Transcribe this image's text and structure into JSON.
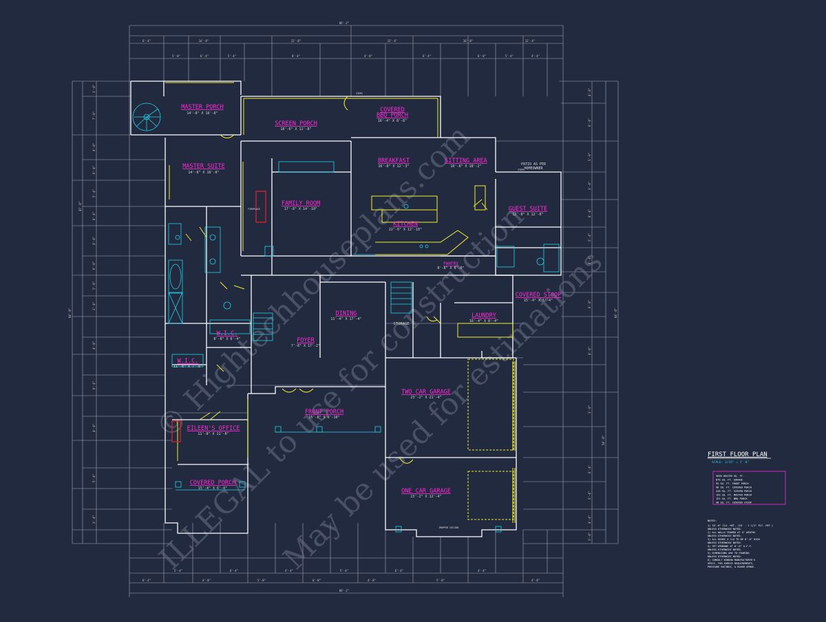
{
  "rooms": {
    "master_porch": {
      "name": "MASTER PORCH",
      "size": "14'-8\" X 16'-8\""
    },
    "screen_porch": {
      "name": "SCREEN PORCH",
      "size": "18'-6\" X 11'-8\""
    },
    "covered_bbq_porch": {
      "name": "COVERED BBQ PORCH",
      "line1": "COVERED",
      "line2": "BBQ PORCH",
      "size": "16'-4\" X 8'-8\""
    },
    "master_suite": {
      "name": "MASTER SUITE",
      "size": "14'-8\" X 16'-8\""
    },
    "breakfast": {
      "name": "BREAKFAST",
      "size": "16'-8\" X 12'-3\""
    },
    "sitting_area": {
      "name": "SITTING AREA",
      "size": "16'-8\" X 18'-2\""
    },
    "family_room": {
      "name": "FAMILY ROOM",
      "size": "17'-8\" X 14'-10\""
    },
    "kitchen": {
      "name": "KITCHEN",
      "size": "22'-6\" X 12'-10\""
    },
    "guest_suite": {
      "name": "GUEST SUITE",
      "size": "12'-8\" X 12'-8\""
    },
    "pantry": {
      "name": "PANTRY",
      "size": "8'-8\" X 5'-0\""
    },
    "covered_stoop": {
      "name": "COVERED STOOP",
      "size": "15'-4\" X 5'-4\""
    },
    "laundry": {
      "name": "LAUNDRY",
      "size": "16'-4\" X 8'-4\""
    },
    "storage": {
      "name": "STORAGE"
    },
    "dining": {
      "name": "DINING",
      "size": "11'-4\" X 17'-4\""
    },
    "foyer": {
      "name": "FOYER",
      "size": "7'-8\" X 17'-2\""
    },
    "wic_1": {
      "name": "W.I.C.",
      "size": "8'-8\" X 6'-4\""
    },
    "wic_2": {
      "name": "W.I.C.",
      "size": "11'-8\" X 7'-8\""
    },
    "two_car_garage": {
      "name": "TWO CAR GARAGE",
      "size": "23'-2\" X 21'-4\""
    },
    "front_porch": {
      "name": "FRONT PORCH",
      "size": "15'-8\" X 6'-10\""
    },
    "eileens_office": {
      "name": "EILEEN'S OFFICE",
      "size": "11'-8\" X 11'-8\""
    },
    "one_car_garage": {
      "name": "ONE CAR GARAGE",
      "size": "23'-2\" X 12'-4\""
    },
    "covered_porch": {
      "name": "COVERED PORCH",
      "size": "15'-4\" X 6'-4\""
    }
  },
  "annotations": {
    "patio": [
      "PATIO AS PER",
      "HOMEOWNER"
    ],
    "fireplace": "FIREPLACE",
    "steps": "STEPS",
    "cropped_ceiling": "CROPPED CEILING"
  },
  "dims": {
    "overall_width": "86'-2\"",
    "overall_depth": "84'-8\"",
    "left_depth": "47'-8\"",
    "right_depth": "54'-8\"",
    "top_row": [
      "6'-4\"",
      "14'-8\"",
      "12'-8\"",
      "15'-4\"",
      "16'-8\"",
      "12'-4\""
    ],
    "second_row": [
      "5'-8\"",
      "6'-4\"",
      "5'-4\"",
      "8'-4\"",
      "4'-8\"",
      "6'-4\"",
      "6'-8\"",
      "5'-4\"",
      "4'-4\""
    ],
    "bottom_row": [
      "6'-4\"",
      "5'-4\"",
      "4'-8\"",
      "6'-4\"",
      "5'-8\"",
      "4'-4\"",
      "6'-8\"",
      "5'-4\"",
      "4'-8\"",
      "6'-4\"",
      "5'-8\"",
      "4'-4\"",
      "4'-8\""
    ],
    "left_col": [
      "3'-8\"",
      "7'-8\"",
      "4'-8\"",
      "6'-4\"",
      "5'-4\"",
      "8'-4\"",
      "4'-4\"",
      "6'-8\"",
      "5'-8\"",
      "3'-4\"",
      "4'-8\"",
      "6'-4\"",
      "4'-4\"",
      "5'-4\"",
      "3'-4\""
    ],
    "right_col": [
      "4'-8\"",
      "6'-4\"",
      "5'-8\"",
      "3'-4\"",
      "8'-4\"",
      "5'-4\"",
      "4'-4\"",
      "6'-8\"",
      "4'-8\"",
      "3'-8\"",
      "6'-4\"",
      "5'-4\"",
      "4'-4\"",
      "3'-4\""
    ]
  },
  "title_block": {
    "title": "FIRST FLOOR PLAN",
    "scale": "SCALE: 3/16\" = 1'-0\"",
    "areas": [
      "3658 HEATED SQ. FT.",
      "876 SQ. FT. GARAGE",
      "95 SQ. FT. FRONT PORCH",
      "98 SQ. FT. COVERED PORCH",
      "228 SQ. FT. SCREEN PORCH",
      "193 SQ. FT. MASTER PORCH",
      "151 SQ. FT. BBQ PORCH",
      "48 SQ. FT. COVERED STOOP"
    ]
  },
  "notes": {
    "heading": "NOTES:",
    "lines": [
      "1) 10'-0\" CLG. HGT. (10' - 1 1/2\" PLT. HGT.)",
      "   UNLESS OTHERWISE NOTED.",
      "2) ALL WALLS FRAMED AT 4\" WIDTHS",
      "   UNLESS OTHERWISE NOTED.",
      "3) ALL DOORS 4 CLG TO BE 8'-0\" HIGH",
      "   UNLESS OTHERWISE NOTED.",
      "4) SET WINDOWS AT 8'-0\" A.F.F.",
      "   UNLESS OTHERWISE NOTED.",
      "5) DIMENSIONS ARE TO FRAMING",
      "   UNLESS OTHERWISE NOTED.",
      "6) CONSULT WINDOW MANUFACTURER'S",
      "   SPECS. FOR EGRESS REQUIREMENTS,",
      "   PRESSURE RATINGS, & ROUGH OPNGS."
    ]
  },
  "watermark": {
    "line1": "© Hightechhouseplans.com",
    "line2": "ILLEGAL to use for construction",
    "line3": "May be used for estimations"
  },
  "colors": {
    "background": "#222a40",
    "wall": "#ffffff",
    "door": "#f5ef2e",
    "room_label": "#ff2bd6",
    "fixture": "#21d4e8",
    "dimension_line": "#a8aab4",
    "fireplace": "#e0202e"
  }
}
